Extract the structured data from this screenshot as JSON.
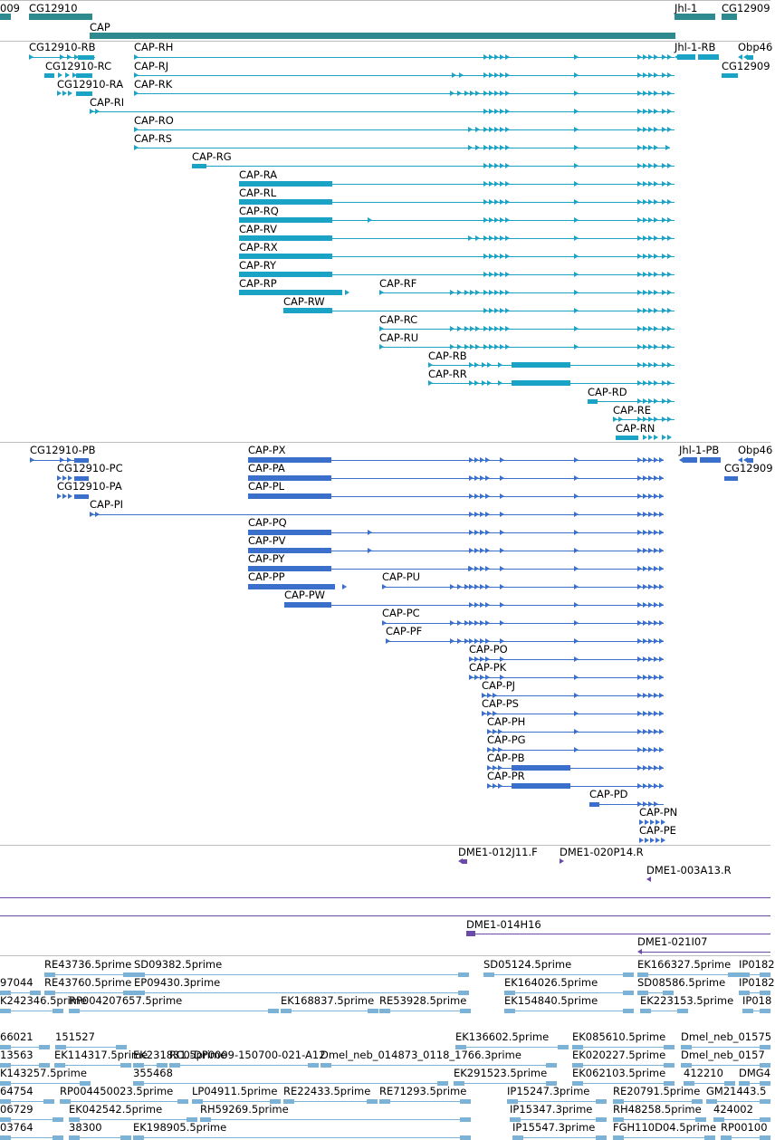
{
  "colors": {
    "gene": "#2f8a8f",
    "rna": "#1ba3c6",
    "protein": "#3a6fcb",
    "clone": "#6b4aa8",
    "est": "#7bb2d6",
    "separator": "#bdbdbd"
  },
  "tracks": {
    "genes": {
      "name": "gene-track",
      "labels": [
        "009",
        "CG12910",
        "CAP",
        "Jhl-1",
        "CG12909"
      ],
      "lines": [
        [
          [
            0,
            12,
            17
          ],
          [
            32,
            102,
            17
          ],
          [
            99,
            746,
            38
          ],
          [
            745,
            790,
            17
          ],
          [
            797,
            814,
            17
          ]
        ]
      ]
    },
    "transcripts": {
      "name": "transcript-track",
      "labels": [
        "CG12910-RB",
        "CAP-RH",
        "Jhl-1-RB",
        "Obp46",
        "CG12910-RC",
        "CAP-RJ",
        "CG12909",
        "CG12910-RA",
        "CAP-RK",
        "CAP-RI",
        "CAP-RO",
        "CAP-RS",
        "CAP-RG",
        "CAP-RA",
        "CAP-RL",
        "CAP-RQ",
        "CAP-RV",
        "CAP-RX",
        "CAP-RY",
        "CAP-RP",
        "CAP-RF",
        "CAP-RW",
        "CAP-RC",
        "CAP-RU",
        "CAP-RB",
        "CAP-RR",
        "CAP-RD",
        "CAP-RE",
        "CAP-RN"
      ]
    },
    "proteins": {
      "name": "protein-track",
      "labels": [
        "CG12910-PB",
        "CAP-PX",
        "Jhl-1-PB",
        "Obp46",
        "CG12910-PC",
        "CAP-PA",
        "CG12909",
        "CG12910-PA",
        "CAP-PL",
        "CAP-PI",
        "CAP-PQ",
        "CAP-PV",
        "CAP-PY",
        "CAP-PP",
        "CAP-PU",
        "CAP-PW",
        "CAP-PC",
        "CAP-PF",
        "CAP-PO",
        "CAP-PK",
        "CAP-PJ",
        "CAP-PS",
        "CAP-PH",
        "CAP-PG",
        "CAP-PB",
        "CAP-PR",
        "CAP-PD",
        "CAP-PN",
        "CAP-PE"
      ]
    },
    "clones": {
      "name": "clone-track",
      "labels": [
        "DME1-012J11.F",
        "DME1-020P14.R",
        "DME1-003A13.R"
      ]
    },
    "bac": {
      "name": "bac-track",
      "labels": [
        "DME1-014H16",
        "DME1-021I07"
      ]
    },
    "ests": {
      "name": "est-track",
      "labels": [
        "RE43736.5prime",
        "SD09382.5prime",
        "SD05124.5prime",
        "EK166327.5prime",
        "IP0182",
        "97044",
        "RE43760.5prime",
        "EP09430.3prime",
        "EK164026.5prime",
        "SD08586.5prime",
        "IP0182",
        "K242346.5prime",
        "RP004207657.5prime",
        "EK168837.5prime",
        "RE53928.5prime",
        "EK154840.5prime",
        "EK223153.5prime",
        "IP018",
        "66021",
        "151527",
        "EK136602.5prime",
        "EK085610.5prime",
        "Dmel_neb_01575",
        "13563",
        "EK114317.5prime",
        "EK231831.5prime",
        "RC0-DP0009-150700-021-A12",
        "Dmel_neb_014873_0118_1766.3prime",
        "EK020227.5prime",
        "Dmel_neb_0157",
        "K143257.5prime",
        "355468",
        "EK291523.5prime",
        "EK062103.5prime",
        "412210",
        "DMG4",
        "64754",
        "RP004450023.5prime",
        "LP04911.5prime",
        "RE22433.5prime",
        "RE71293.5prime",
        "IP15247.3prime",
        "RE20791.5prime",
        "GM21443.5",
        "06729",
        "EK042542.5prime",
        "RH59269.5prime",
        "IP15347.3prime",
        "RH48258.5prime",
        "424002",
        "03764",
        "38300",
        "EK198905.5prime",
        "IP15547.3prime",
        "FGH110D04.5prime",
        "RP00100"
      ]
    }
  }
}
